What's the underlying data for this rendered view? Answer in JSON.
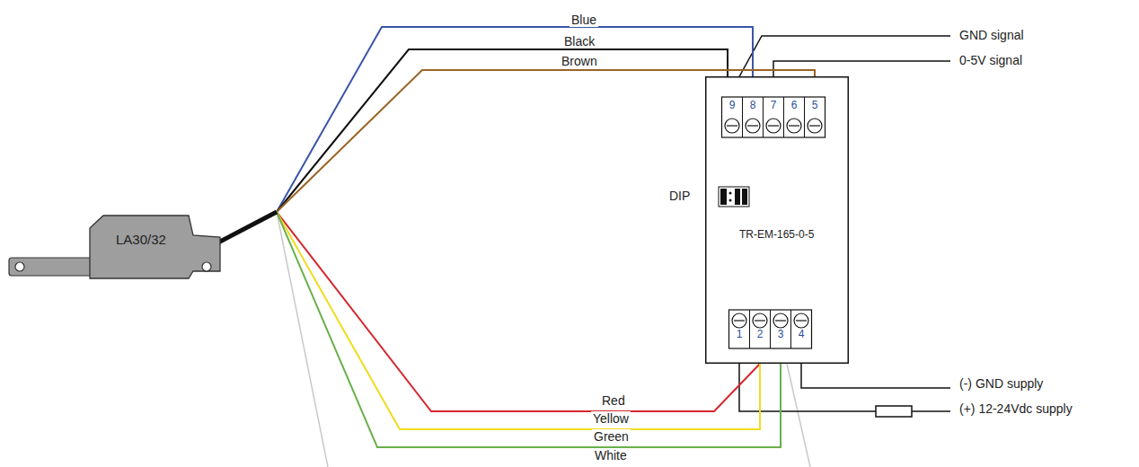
{
  "diagram": {
    "nodes": [
      {
        "text": [
          "LA30/32"
        ]
      },
      {
        "text": [
          "DIP",
          "TR-EM-165-0-5"
        ]
      }
    ],
    "edges": [
      {
        "from": 0,
        "to": 1,
        "arrow": "none",
        "label": "Blue"
      },
      {
        "from": 0,
        "to": 1,
        "arrow": "none",
        "label": "Black"
      },
      {
        "from": 0,
        "to": 1,
        "arrow": "none",
        "label": "Brown"
      },
      {
        "from": 0,
        "to": 1,
        "arrow": "none",
        "label": "Red"
      },
      {
        "from": 0,
        "to": 1,
        "arrow": "none",
        "label": "Yellow"
      },
      {
        "from": 0,
        "to": 1,
        "arrow": "none",
        "label": "Green"
      }
    ],
    "labels": [
      "9",
      "8",
      "7",
      "6",
      "5",
      "1",
      "2",
      "3",
      "4",
      "GND signal",
      "0-5V signal",
      "(-) GND supply",
      "(+) 12-24Vdc supply",
      "White"
    ]
  }
}
